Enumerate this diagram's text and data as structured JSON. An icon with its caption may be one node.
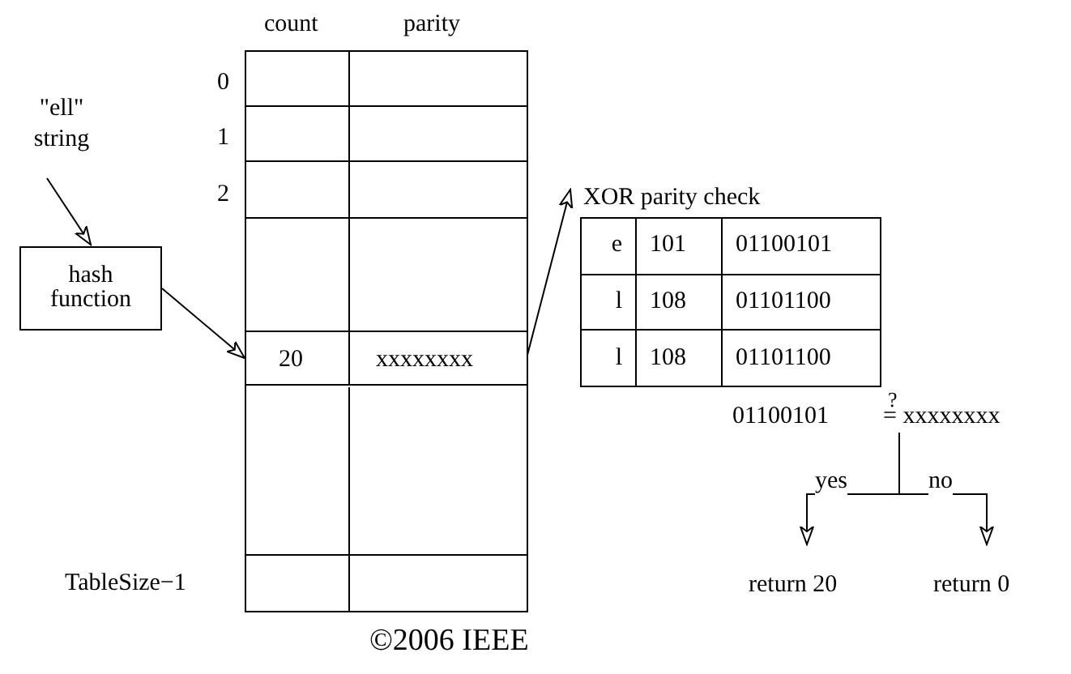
{
  "diagram": {
    "nodes": [
      {
        "text": [
          "\"ell\" string"
        ]
      },
      {
        "text": [
          "hash function"
        ]
      },
      {
        "text": [
          "count",
          "parity"
        ]
      },
      {
        "text": [
          "20",
          "xxxxxxxx"
        ],
        "in": 2
      },
      {
        "text": [
          "XOR parity check"
        ]
      },
      {
        "text": [
          "01100101",
          "?",
          "= xxxxxxxx"
        ]
      },
      {
        "text": [
          "return 20"
        ]
      },
      {
        "text": [
          "return 0"
        ]
      }
    ],
    "edges": [
      {
        "from": 0,
        "to": 1,
        "arrow": "to"
      },
      {
        "from": 1,
        "to": 3,
        "arrow": "to"
      },
      {
        "from": 3,
        "to": 4,
        "arrow": "to"
      },
      {
        "from": 5,
        "to": 6,
        "arrow": "to",
        "label": "yes"
      },
      {
        "from": 5,
        "to": 7,
        "arrow": "to",
        "label": "no"
      }
    ],
    "labels": [
      "0",
      "1",
      "2",
      "TableSize−1",
      "e",
      "101",
      "01100101",
      "l",
      "108",
      "01101100",
      "l",
      "108",
      "01101100",
      "©2006 IEEE"
    ]
  }
}
